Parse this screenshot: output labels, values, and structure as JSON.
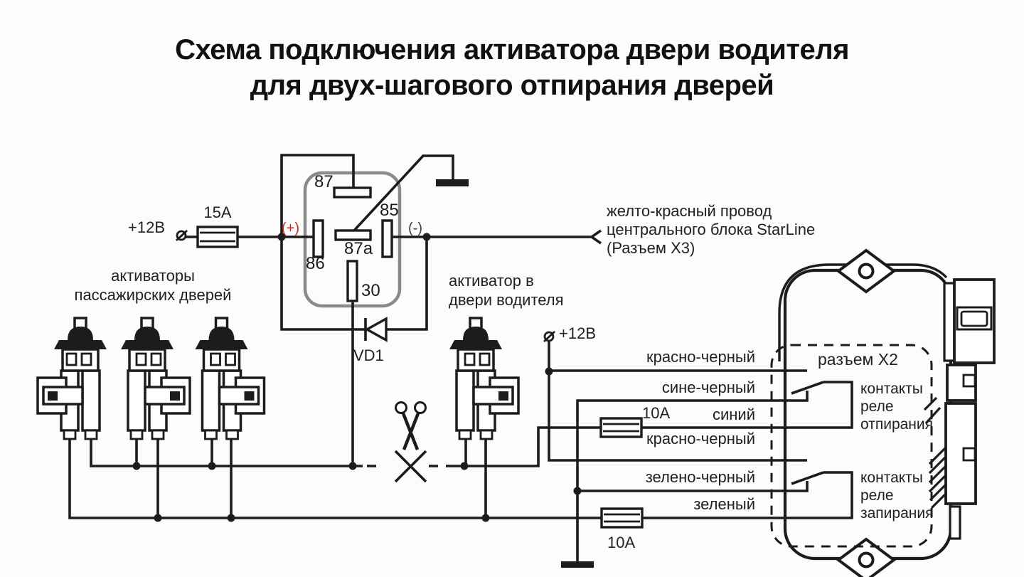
{
  "title": {
    "line1": "Схема подключения активатора двери водителя",
    "line2": "для двух-шагового отпирания дверей"
  },
  "power": {
    "left_terminal": "+12В",
    "left_fuse": "15А",
    "right_terminal": "+12В"
  },
  "relay": {
    "pin_87": "87",
    "pin_85": "85",
    "pin_87a": "87a",
    "pin_86": "86",
    "pin_30": "30",
    "plus": "(+)",
    "minus": "(-)",
    "diode": "VD1"
  },
  "starline": {
    "x3_wire_label": "желто-красный провод\nцентрального блока StarLine\n(Разъем X3)",
    "x2_connector_label": "разъем X2",
    "unlock_relay_label": "контакты\nреле\nотпирания",
    "lock_relay_label": "контакты\nреле\nзапирания"
  },
  "actuators": {
    "passenger_label": "активаторы\nпассажирских дверей",
    "driver_label": "активатор в\nдвери водителя"
  },
  "wires": {
    "red_black_1": "красно-черный",
    "blue_black": "сине-черный",
    "blue_fuse": "10А",
    "blue": "синий",
    "red_black_2": "красно-черный",
    "green_black": "зелено-черный",
    "green": "зеленый",
    "green_fuse": "10А"
  },
  "colors": {
    "line": "#1c1c1c",
    "relay_outline": "#8a8a8a",
    "plus_label": "#b73229",
    "background": "#fcfcfc"
  }
}
